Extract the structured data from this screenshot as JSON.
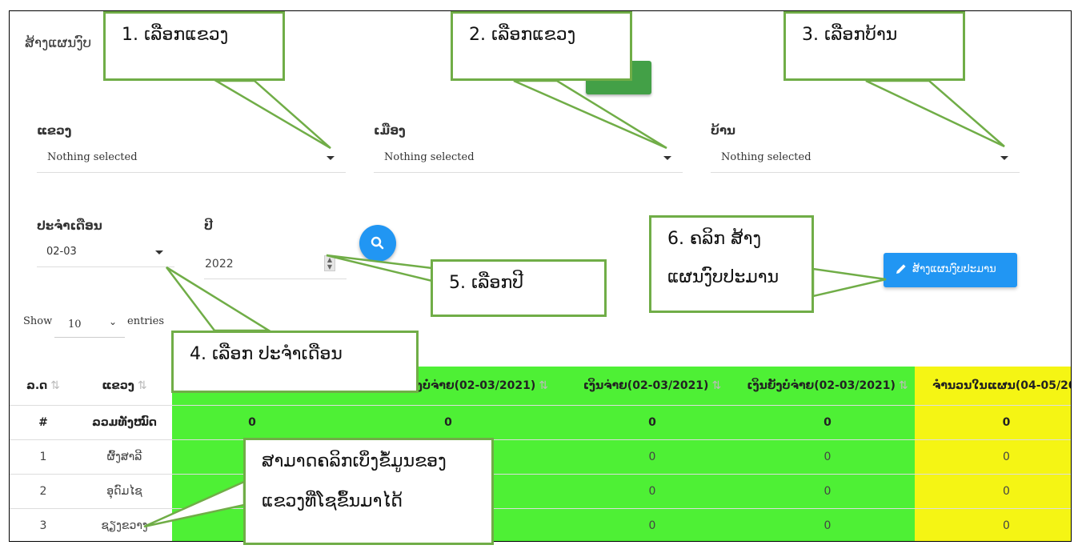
{
  "page": {
    "title": "ສ້າງແຜນງົບ"
  },
  "filters": {
    "province": {
      "label": "ແຂວງ",
      "value": "Nothing selected"
    },
    "district": {
      "label": "ເມືອງ",
      "value": "Nothing selected"
    },
    "village": {
      "label": "ບ້ານ",
      "value": "Nothing selected"
    },
    "period": {
      "label": "ປະຈຳເດືອນ",
      "value": "02-03"
    },
    "year": {
      "label": "ປີ",
      "value": "2022"
    }
  },
  "buttons": {
    "create_plan": "ສ້າງແຜນງົບປະມານ"
  },
  "length_menu": {
    "show": "Show",
    "value": "10",
    "entries": "entries"
  },
  "table": {
    "headers": [
      "ລ.ດ",
      "ແຂວງ",
      "",
      "ຍັງບໍ່ຈ່າຍ(02-03/2021)",
      "ເງິນຈ່າຍ(02-03/2021)",
      "ເງິນຍັງບໍ່ຈ່າຍ(02-03/2021)",
      "ຈຳນວນໃນແຜນ(04-05/20"
    ],
    "total_row": {
      "no": "#",
      "name": "ລວມທັງໝົດ",
      "values": [
        "0",
        "0",
        "0",
        "0",
        "0"
      ]
    },
    "rows": [
      {
        "no": "1",
        "name": "ຜົ້ງສາລີ",
        "values": [
          "",
          "",
          "0",
          "0",
          "0"
        ]
      },
      {
        "no": "2",
        "name": "ອຸດົມໄຊ",
        "values": [
          "",
          "",
          "0",
          "0",
          "0"
        ]
      },
      {
        "no": "3",
        "name": "ຊຽງຂວາງ",
        "values": [
          "",
          "",
          "0",
          "0",
          "0"
        ]
      }
    ]
  },
  "callouts": {
    "c1": "1. ເລືອກແຂວງ",
    "c2": "2. ເລືອກແຂວງ",
    "c3": "3. ເລືອກບ້ານ",
    "c4": "4. ເລືອກ ປະຈຳເດືອນ",
    "c5": "5. ເລືອກປີ",
    "c6_line1": "6. ຄລິກ ສ້າງ",
    "c6_line2": "ແຜນງົບປະມານ",
    "c7_line1": "ສາມາດຄລິກເບິ່ງຂໍ້ມູນຂອງ",
    "c7_line2": "ແຂວງທີ່ໂຊຂຶ້ນມາໄດ້"
  },
  "colors": {
    "accent": "#2196f3",
    "paid_columns": "#4ef035",
    "plan_column": "#f5f514",
    "callout_border": "#70ad47",
    "link": "#2b7bbd"
  },
  "icons": [
    "search-icon",
    "pencil-icon",
    "caret-down-icon",
    "sort-icon",
    "chevron-down-icon",
    "spinner-icon"
  ]
}
